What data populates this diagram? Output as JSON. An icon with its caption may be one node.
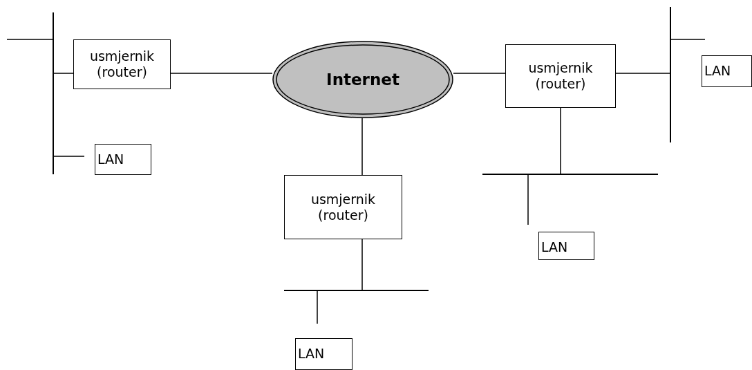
{
  "diagram": {
    "nodes": [
      {
        "text": [],
        "shape": "bar"
      },
      {
        "text": [
          "usmjernik (router)"
        ]
      },
      {
        "text": [
          "Internet"
        ]
      },
      {
        "text": [
          "usmjernik (router)"
        ]
      },
      {
        "text": [],
        "shape": "bar"
      },
      {
        "text": [
          "LAN"
        ]
      },
      {
        "text": [
          "LAN"
        ]
      },
      {
        "text": [
          "usmjernik (router)"
        ]
      },
      {
        "text": [],
        "shape": "bar"
      },
      {
        "text": [
          "LAN"
        ]
      },
      {
        "text": [],
        "shape": "bar"
      },
      {
        "text": [
          "LAN"
        ]
      }
    ],
    "edges": [
      {
        "from": 1,
        "to": 2,
        "arrow": "none"
      },
      {
        "from": 2,
        "to": 3,
        "arrow": "none"
      },
      {
        "from": 2,
        "to": 7,
        "arrow": "none"
      },
      {
        "from": 0,
        "to": 1,
        "arrow": "none"
      },
      {
        "from": 3,
        "to": 4,
        "arrow": "none"
      },
      {
        "from": 3,
        "to": 8,
        "arrow": "none"
      },
      {
        "from": 7,
        "to": 10,
        "arrow": "none"
      },
      {
        "from": 0,
        "to": null,
        "arrow": "none"
      },
      {
        "from": 0,
        "to": null,
        "arrow": "none"
      },
      {
        "from": 4,
        "to": null,
        "arrow": "none"
      },
      {
        "from": 8,
        "to": null,
        "arrow": "none"
      },
      {
        "from": 10,
        "to": null,
        "arrow": "none"
      }
    ]
  }
}
